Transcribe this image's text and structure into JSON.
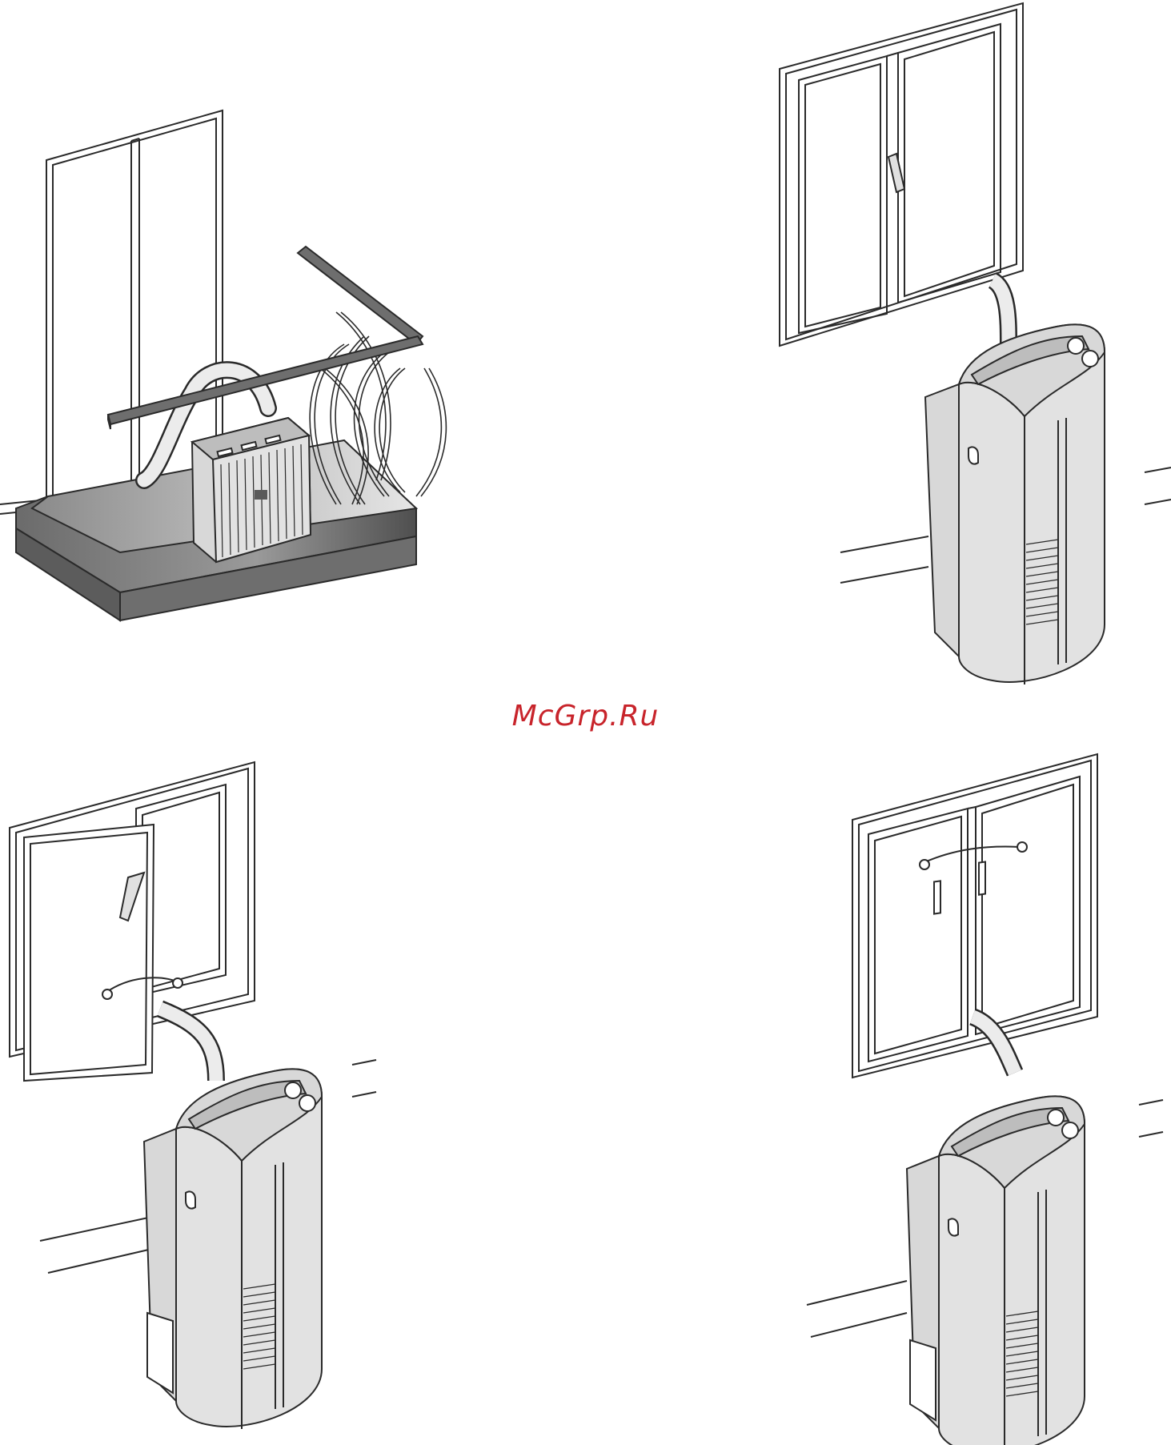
{
  "watermark": {
    "text": "McGrp.Ru",
    "color": "#c8242b"
  },
  "colors": {
    "line": "#2a2a2a",
    "unit_body": "#e2e2e2",
    "unit_top": "#d8d8d8",
    "railing": "#6e6e6e",
    "balcony_floor": "#7a7a7a",
    "balcony_top": "#a9a9a9",
    "hose": "#ececec"
  },
  "figures": [
    {
      "id": "balcony",
      "window": "french-door",
      "unit": "outdoor-unit-on-balcony"
    },
    {
      "id": "sash",
      "window": "sash-window",
      "unit": "portable-unit"
    },
    {
      "id": "open-casement",
      "window": "open-casement",
      "unit": "portable-unit"
    },
    {
      "id": "french-window",
      "window": "double-casement-window",
      "unit": "portable-unit"
    }
  ]
}
